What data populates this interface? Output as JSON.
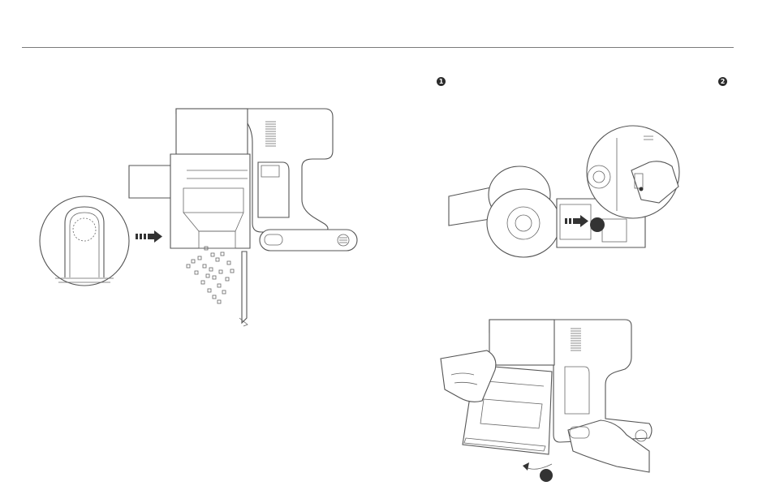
{
  "steps": [
    {
      "number": "1"
    },
    {
      "number": "2"
    }
  ],
  "figures": [
    {
      "name": "empty-dust-bin-illustration"
    },
    {
      "name": "release-bin-latch-illustration"
    },
    {
      "name": "remove-dust-bin-illustration"
    }
  ],
  "colors": {
    "line": "#555555",
    "badge": "#2b2b2b",
    "rule": "#7a7a7a"
  }
}
